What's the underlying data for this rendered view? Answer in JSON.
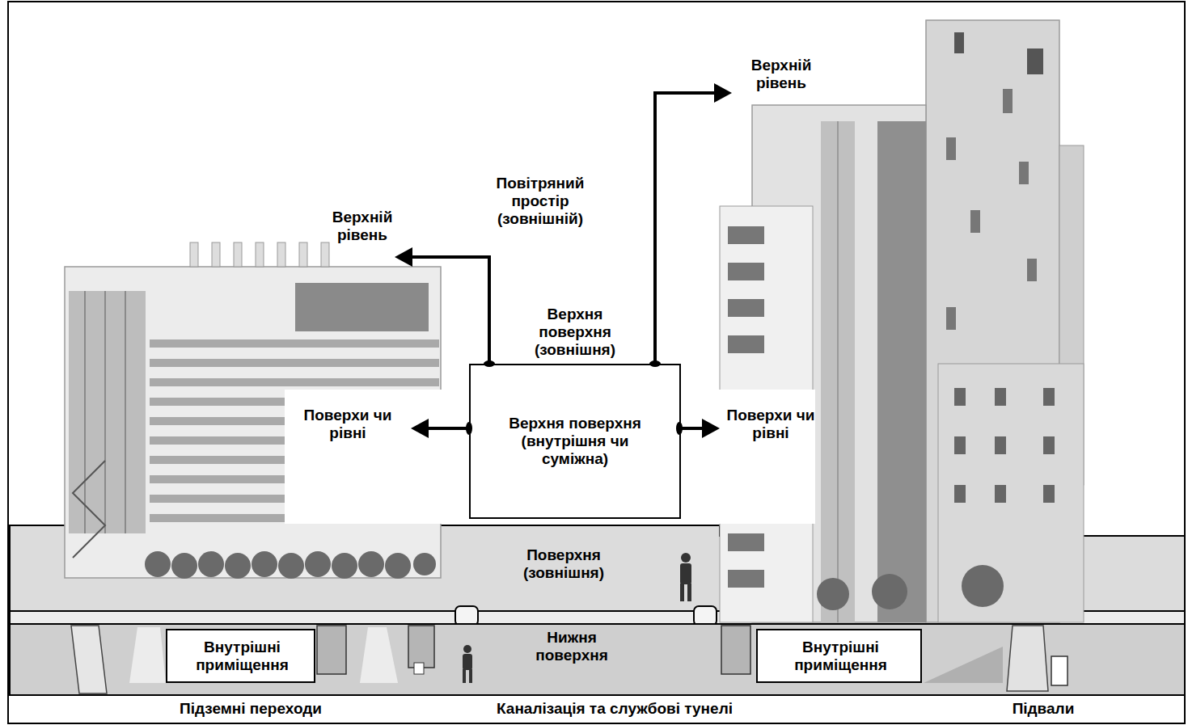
{
  "diagram": {
    "nodes": [
      {
        "text": [
          "Верхня поверхня (зовнішня)",
          "Верхня поверхня (внутрішня чи суміжна)"
        ]
      },
      {
        "text": [
          "Поверхня (зовнішня)"
        ]
      },
      {
        "text": [
          "Нижня поверхня"
        ]
      },
      {
        "text": [
          "Внутрішні приміщення"
        ],
        "in": 2
      },
      {
        "text": [
          "Внутрішні приміщення"
        ],
        "in": 2
      }
    ],
    "labels": [
      "Верхній рівень",
      "Повітряний простір (зовнішній)",
      "Верхній рівень",
      "Поверхи чи рівні",
      "Поверхи чи рівні",
      "Підземні переходи",
      "Каналізація та службові тунелі",
      "Підвали"
    ]
  }
}
